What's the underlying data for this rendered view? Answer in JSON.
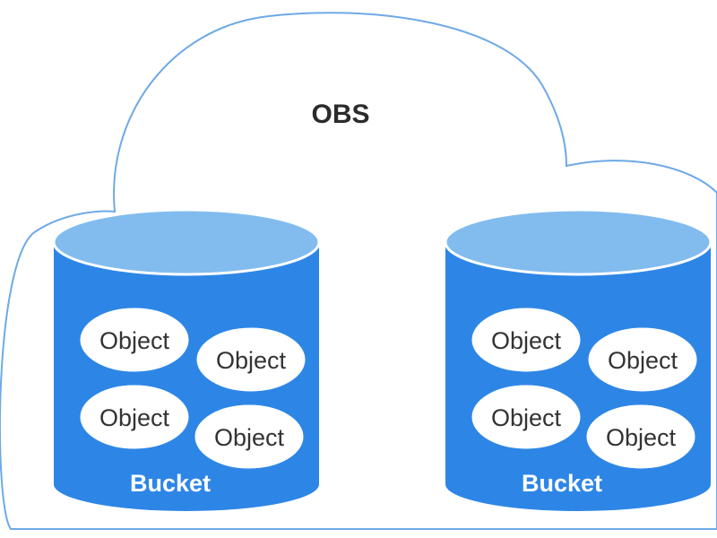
{
  "title": "OBS",
  "colors": {
    "cloud_stroke": "#6ea9e6",
    "bucket_body": "#2d86e6",
    "bucket_top": "#82bcef",
    "bucket_top_edge": "#ffffff",
    "object_fill": "#ffffff",
    "object_text": "#333333",
    "title_text": "#2b2b2b"
  },
  "buckets": [
    {
      "label": "Bucket",
      "objects": [
        {
          "label": "Object"
        },
        {
          "label": "Object"
        },
        {
          "label": "Object"
        },
        {
          "label": "Object"
        }
      ]
    },
    {
      "label": "Bucket",
      "objects": [
        {
          "label": "Object"
        },
        {
          "label": "Object"
        },
        {
          "label": "Object"
        },
        {
          "label": "Object"
        }
      ]
    }
  ]
}
